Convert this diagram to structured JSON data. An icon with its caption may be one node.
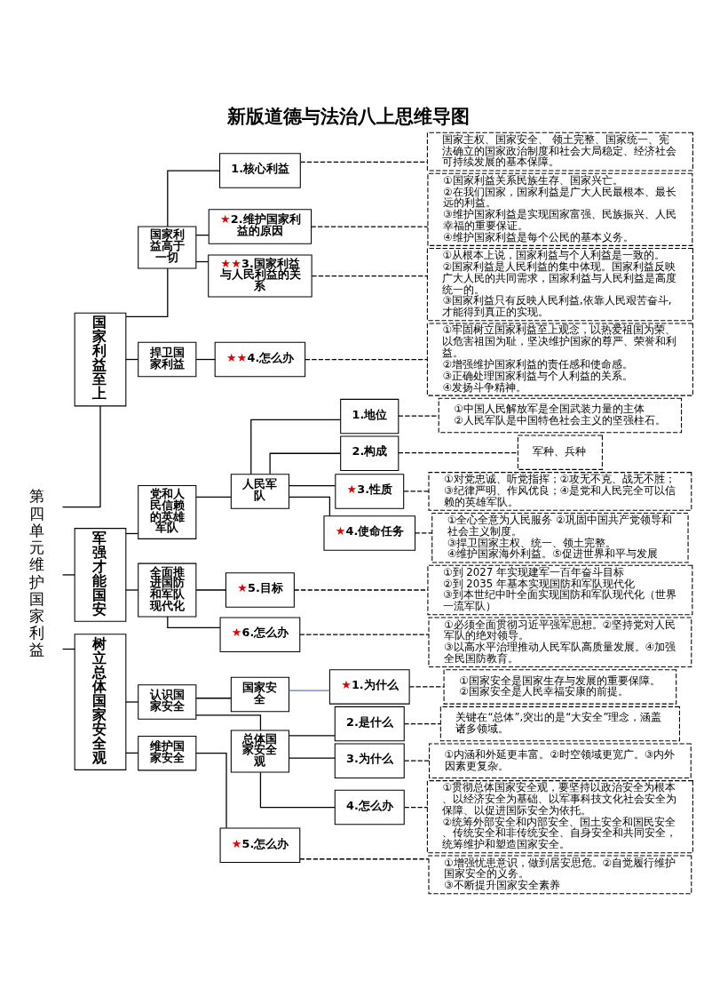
{
  "diagram": {
    "title": "新版道德与法治八上思维导图",
    "nodes": [
      {
        "text": [
          "第四单元维护国家利益"
        ]
      },
      {
        "text": [
          "国家利益至上"
        ]
      },
      {
        "text": [
          "国家利益高于一切"
        ]
      },
      {
        "text": [
          "1.核心利益"
        ]
      },
      {
        "text": [
          "国家主权、国家安全、 领土完整、国家统一、宪法确立的国家政治制度和社会大局稳定、经济社会可持续发展的基本保障。"
        ]
      },
      {
        "text": [
          "★2.维护国家利益的原因"
        ]
      },
      {
        "text": [
          "①国家利益关系民族生存、国家兴亡。",
          "②在我们国家，国家利益是广大人民最根本、最长远的利益。",
          "③维护国家利益是实现国家富强、民族振兴、人民幸福的重要保证。",
          "④维护国家利益是每个公民的基本义务。"
        ]
      },
      {
        "text": [
          "★★3.国家利益与人民利益的关系"
        ]
      },
      {
        "text": [
          "①从根本上说，国家利益与个人利益是一致的。",
          "②国家利益是人民利益的集中体现。国家利益反映广大人民的共同需求，国家利益与人民利益是高度统一的。",
          "③国家利益只有反映人民利益,依靠人民艰苦奋斗,才能得到真正的实现。"
        ]
      },
      {
        "text": [
          "捍卫国家利益"
        ]
      },
      {
        "text": [
          "★★4.怎么办"
        ]
      },
      {
        "text": [
          "①牢固树立国家利益至上观念，以热爱祖国为荣、以危害祖国为耻，坚决维护国家的尊严、荣誉和利益。",
          "②增强维护国家利益的责任感和使命感。",
          "③正确处理国家利益与个人利益的关系。",
          "④发扬斗争精神。"
        ]
      },
      {
        "text": [
          "军强才能国安"
        ]
      },
      {
        "text": [
          "党和人民信赖的英雄军队"
        ]
      },
      {
        "text": [
          "人民军队"
        ]
      },
      {
        "text": [
          "1.地位"
        ]
      },
      {
        "text": [
          "①中国人民解放军是全国武装力量的主体",
          "②人民军队是中国特色社会主义的坚强柱石。"
        ]
      },
      {
        "text": [
          "2.构成"
        ]
      },
      {
        "text": [
          "军种、兵种"
        ]
      },
      {
        "text": [
          "★3.性质"
        ]
      },
      {
        "text": [
          "①对党忠诚、听党指挥；②攻无不克、战无不胜；③纪律严明、作风优良；④是党和人民完全可以信赖的英雄军队。"
        ]
      },
      {
        "text": [
          "★4.使命任务"
        ]
      },
      {
        "text": [
          "①全心全意为人民服务 ②巩固中国共产党领导和社会主义制度。",
          "③捍卫国家主权、统一、领土完整。",
          "④维护国家海外利益。⑤促进世界和平与发展"
        ]
      },
      {
        "text": [
          "全面推进国防和军队现代化"
        ]
      },
      {
        "text": [
          "★5.目标"
        ]
      },
      {
        "text": [
          "①到 2027 年实现建军一百年奋斗目标",
          "②到 2035 年基本实现国防和军队现代化",
          "③到本世纪中叶全面实现国防和军队现代化（世界一流军队）"
        ]
      },
      {
        "text": [
          "★6.怎么办"
        ]
      },
      {
        "text": [
          "①必须全面贯彻习近平强军思想。②坚持党对人民军队的绝对领导。",
          "③以高水平治理推动人民军队高质量发展。④加强全民国防教育。"
        ]
      },
      {
        "text": [
          "树立总体国家安全观"
        ]
      },
      {
        "text": [
          "认识国家安全"
        ]
      },
      {
        "text": [
          "国家安全"
        ]
      },
      {
        "text": [
          "★1.为什么"
        ]
      },
      {
        "text": [
          "①国家安全是国家生存与发展的重要保障。",
          "②国家安全是人民幸福安康的前提。"
        ]
      },
      {
        "text": [
          "总体国家安全观"
        ]
      },
      {
        "text": [
          "2.是什么"
        ]
      },
      {
        "text": [
          "关键在“总体”,突出的是“大安全”理念，涵盖诸多领域。"
        ]
      },
      {
        "text": [
          "3.为什么"
        ]
      },
      {
        "text": [
          "①内涵和外延更丰富。②时空领域更宽广。③内外因素更复杂。"
        ]
      },
      {
        "text": [
          "4.怎么办"
        ]
      },
      {
        "text": [
          "①贯彻总体国家安全观，要坚持以政治安全为根本、以经济安全为基础、以军事科技文化社会安全为保障、以促进国际安全为依托。",
          "②统筹外部安全和内部安全、国土安全和国民安全、传统安全和非传统安全、自身安全和共同安全，统筹维护和塑造国家安全。"
        ]
      },
      {
        "text": [
          "维护国家安全"
        ]
      },
      {
        "text": [
          "★5.怎么办"
        ]
      },
      {
        "text": [
          "①增强忧患意识，做到居安思危。②自觉履行维护国家安全的义务。",
          "③不断提升国家安全素养"
        ]
      }
    ],
    "edges": [
      {
        "from": 0,
        "to": 1,
        "arrow": "none"
      },
      {
        "from": 0,
        "to": 12,
        "arrow": "none"
      },
      {
        "from": 0,
        "to": 28,
        "arrow": "none"
      },
      {
        "from": 1,
        "to": 2,
        "arrow": "none"
      },
      {
        "from": 1,
        "to": 9,
        "arrow": "none"
      },
      {
        "from": 2,
        "to": 3,
        "arrow": "none"
      },
      {
        "from": 2,
        "to": 5,
        "arrow": "none"
      },
      {
        "from": 2,
        "to": 7,
        "arrow": "none"
      },
      {
        "from": 3,
        "to": 4,
        "arrow": "none",
        "style": "dashed"
      },
      {
        "from": 5,
        "to": 6,
        "arrow": "none",
        "style": "dashed"
      },
      {
        "from": 7,
        "to": 8,
        "arrow": "none",
        "style": "dashed"
      },
      {
        "from": 9,
        "to": 10,
        "arrow": "none"
      },
      {
        "from": 10,
        "to": 11,
        "arrow": "none",
        "style": "dashed"
      },
      {
        "from": 12,
        "to": 13,
        "arrow": "none"
      },
      {
        "from": 12,
        "to": 23,
        "arrow": "none"
      },
      {
        "from": 13,
        "to": 14,
        "arrow": "none"
      },
      {
        "from": 14,
        "to": 15,
        "arrow": "none"
      },
      {
        "from": 14,
        "to": 17,
        "arrow": "none"
      },
      {
        "from": 14,
        "to": 19,
        "arrow": "none"
      },
      {
        "from": 14,
        "to": 21,
        "arrow": "none"
      },
      {
        "from": 15,
        "to": 16,
        "arrow": "none",
        "style": "dashed"
      },
      {
        "from": 17,
        "to": 18,
        "arrow": "none",
        "style": "dashed"
      },
      {
        "from": 19,
        "to": 20,
        "arrow": "none",
        "style": "dashed"
      },
      {
        "from": 21,
        "to": 22,
        "arrow": "none",
        "style": "dashed"
      },
      {
        "from": 23,
        "to": 24,
        "arrow": "none"
      },
      {
        "from": 23,
        "to": 26,
        "arrow": "none"
      },
      {
        "from": 24,
        "to": 25,
        "arrow": "none",
        "style": "dashed"
      },
      {
        "from": 26,
        "to": 27,
        "arrow": "none",
        "style": "dashed"
      },
      {
        "from": 28,
        "to": 29,
        "arrow": "none"
      },
      {
        "from": 28,
        "to": 40,
        "arrow": "none"
      },
      {
        "from": 29,
        "to": 30,
        "arrow": "none"
      },
      {
        "from": 29,
        "to": 33,
        "arrow": "none"
      },
      {
        "from": 30,
        "to": 31,
        "arrow": "none",
        "color": "#4f81bd"
      },
      {
        "from": 31,
        "to": 32,
        "arrow": "none",
        "style": "dashed"
      },
      {
        "from": 33,
        "to": 34,
        "arrow": "none"
      },
      {
        "from": 33,
        "to": 36,
        "arrow": "none"
      },
      {
        "from": 33,
        "to": 38,
        "arrow": "none"
      },
      {
        "from": 34,
        "to": 35,
        "arrow": "none",
        "style": "dashed"
      },
      {
        "from": 36,
        "to": 37,
        "arrow": "none",
        "style": "dashed"
      },
      {
        "from": 38,
        "to": 39,
        "arrow": "none",
        "style": "dashed"
      },
      {
        "from": 40,
        "to": 41,
        "arrow": "none"
      },
      {
        "from": 41,
        "to": 42,
        "arrow": "none",
        "style": "dashed"
      }
    ]
  }
}
